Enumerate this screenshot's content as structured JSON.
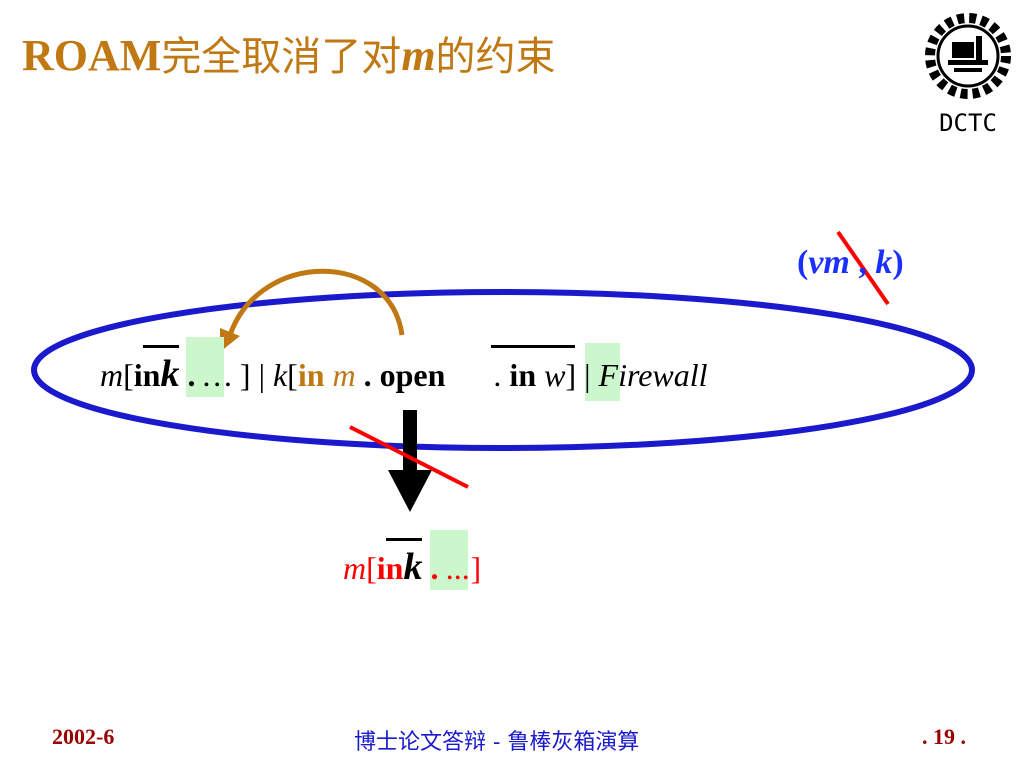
{
  "title": {
    "prefix": "ROAM",
    "cn1": "完全取消了对",
    "var": "m",
    "cn2": "的约束"
  },
  "logo": {
    "text": "DCTC"
  },
  "restriction": {
    "open": "(",
    "nu": "ν",
    "m": "m",
    "sep": " , ",
    "k": "k",
    "close": ")"
  },
  "expr": {
    "m": "m",
    "lb1": "[",
    "in1": "in",
    "k1": "k",
    "dot1": " . ",
    "ell1": "…",
    "rb1": " ]",
    "bar1": " | ",
    "k2": "k",
    "lb2": "[",
    "in2": "in",
    "m2": " m",
    "dot2": " . ",
    "open": "open",
    "dot3": " . ",
    "in3": "in",
    "w": " w",
    "rb2": "]",
    "bar2": " | ",
    "firewall": "Firewall"
  },
  "result": {
    "m": "m",
    "lb": "[",
    "in": "in",
    "k": "k",
    "dot": " . ",
    "ell": "...",
    "rb": "]"
  },
  "footer": {
    "date": "2002-6",
    "center": "博士论文答辩 - 鲁棒灰箱演算",
    "page": ". 19 ."
  },
  "colors": {
    "title": "#c07812",
    "ellipse": "#1a1acc",
    "red": "#ff0000",
    "highlight": "#ccf7cc",
    "arc": "#c07812"
  }
}
